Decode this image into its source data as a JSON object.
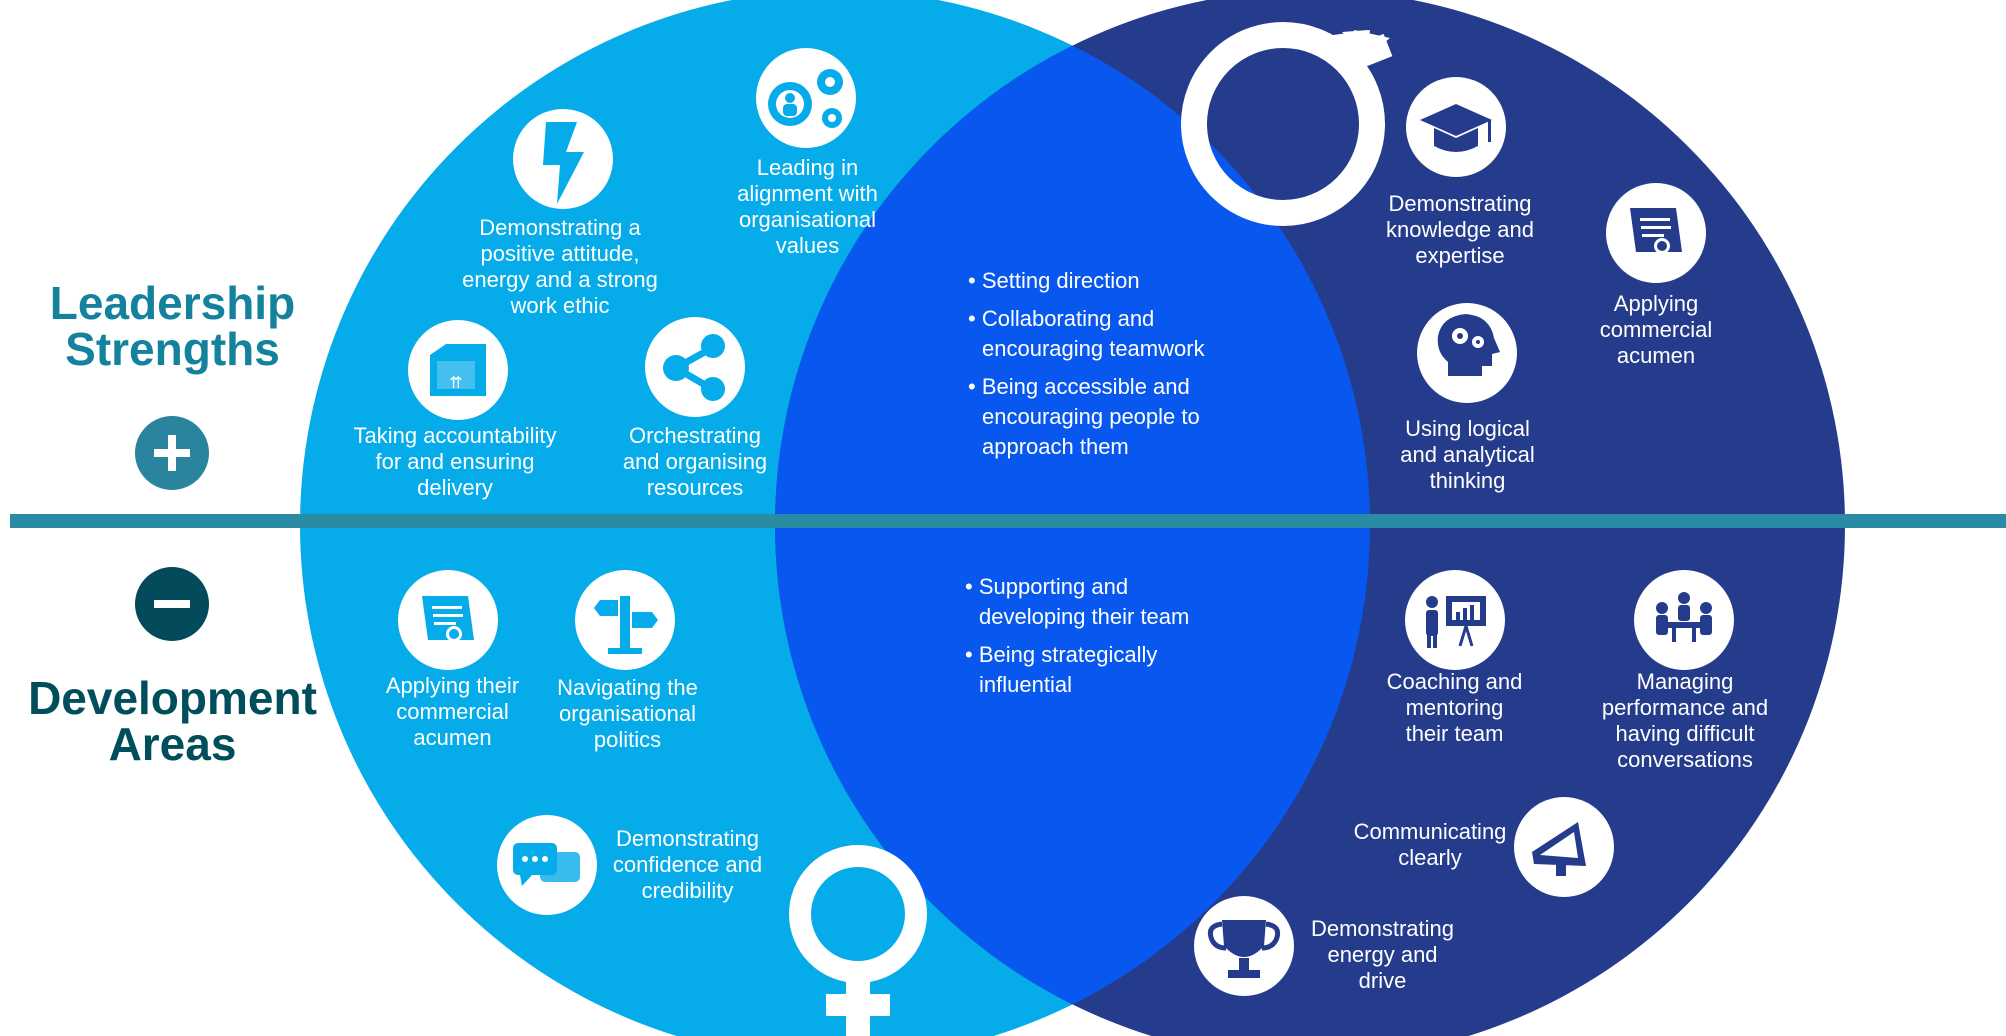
{
  "colors": {
    "female_circle": "#06abea",
    "male_circle": "#253b8c",
    "overlap": "#0858f0",
    "divider": "#2a8ba5",
    "strengths_text": "#14829c",
    "development_text": "#004d5c",
    "plus_circle": "#2a849e",
    "minus_circle": "#034b5a",
    "white": "#ffffff"
  },
  "left_titles": {
    "strengths": [
      "Leadership",
      "Strengths"
    ],
    "development": [
      "Development",
      "Areas"
    ]
  },
  "female_strengths": [
    {
      "icon": "lightning-bolt-icon",
      "lines": [
        "Demonstrating a",
        "positive attitude,",
        "energy and a strong",
        "work ethic"
      ]
    },
    {
      "icon": "gear-person-icon",
      "lines": [
        "Leading in",
        "alignment with",
        "organisational",
        "values"
      ]
    },
    {
      "icon": "package-box-icon",
      "lines": [
        "Taking accountability",
        "for and ensuring",
        "delivery"
      ]
    },
    {
      "icon": "share-network-icon",
      "lines": [
        "Orchestrating",
        "and organising",
        "resources"
      ]
    }
  ],
  "male_strengths": [
    {
      "icon": "graduation-cap-icon",
      "lines": [
        "Demonstrating",
        "knowledge and",
        "expertise"
      ]
    },
    {
      "icon": "certificate-icon",
      "lines": [
        "Applying",
        "commercial",
        "acumen"
      ]
    },
    {
      "icon": "head-gears-icon",
      "lines": [
        "Using logical",
        "and analytical",
        "thinking"
      ]
    }
  ],
  "shared_strengths": [
    [
      "Setting direction"
    ],
    [
      "Collaborating and",
      "encouraging teamwork"
    ],
    [
      "Being accessible and",
      "encouraging people to",
      "approach them"
    ]
  ],
  "female_development": [
    {
      "icon": "certificate-icon",
      "lines": [
        "Applying their",
        "commercial",
        "acumen"
      ]
    },
    {
      "icon": "signpost-icon",
      "lines": [
        "Navigating the",
        "organisational",
        "politics"
      ]
    },
    {
      "icon": "chat-bubbles-icon",
      "lines": [
        "Demonstrating",
        "confidence and",
        "credibility"
      ]
    }
  ],
  "male_development": [
    {
      "icon": "presentation-icon",
      "lines": [
        "Coaching and",
        "mentoring",
        "their team"
      ]
    },
    {
      "icon": "meeting-icon",
      "lines": [
        "Managing",
        "performance and",
        "having difficult",
        "conversations"
      ]
    },
    {
      "icon": "megaphone-icon",
      "lines": [
        "Communicating",
        "clearly"
      ]
    },
    {
      "icon": "trophy-icon",
      "lines": [
        "Demonstrating",
        "energy and",
        "drive"
      ]
    }
  ],
  "shared_development": [
    [
      "Supporting and",
      "developing their team"
    ],
    [
      "Being strategically",
      "influential"
    ]
  ]
}
